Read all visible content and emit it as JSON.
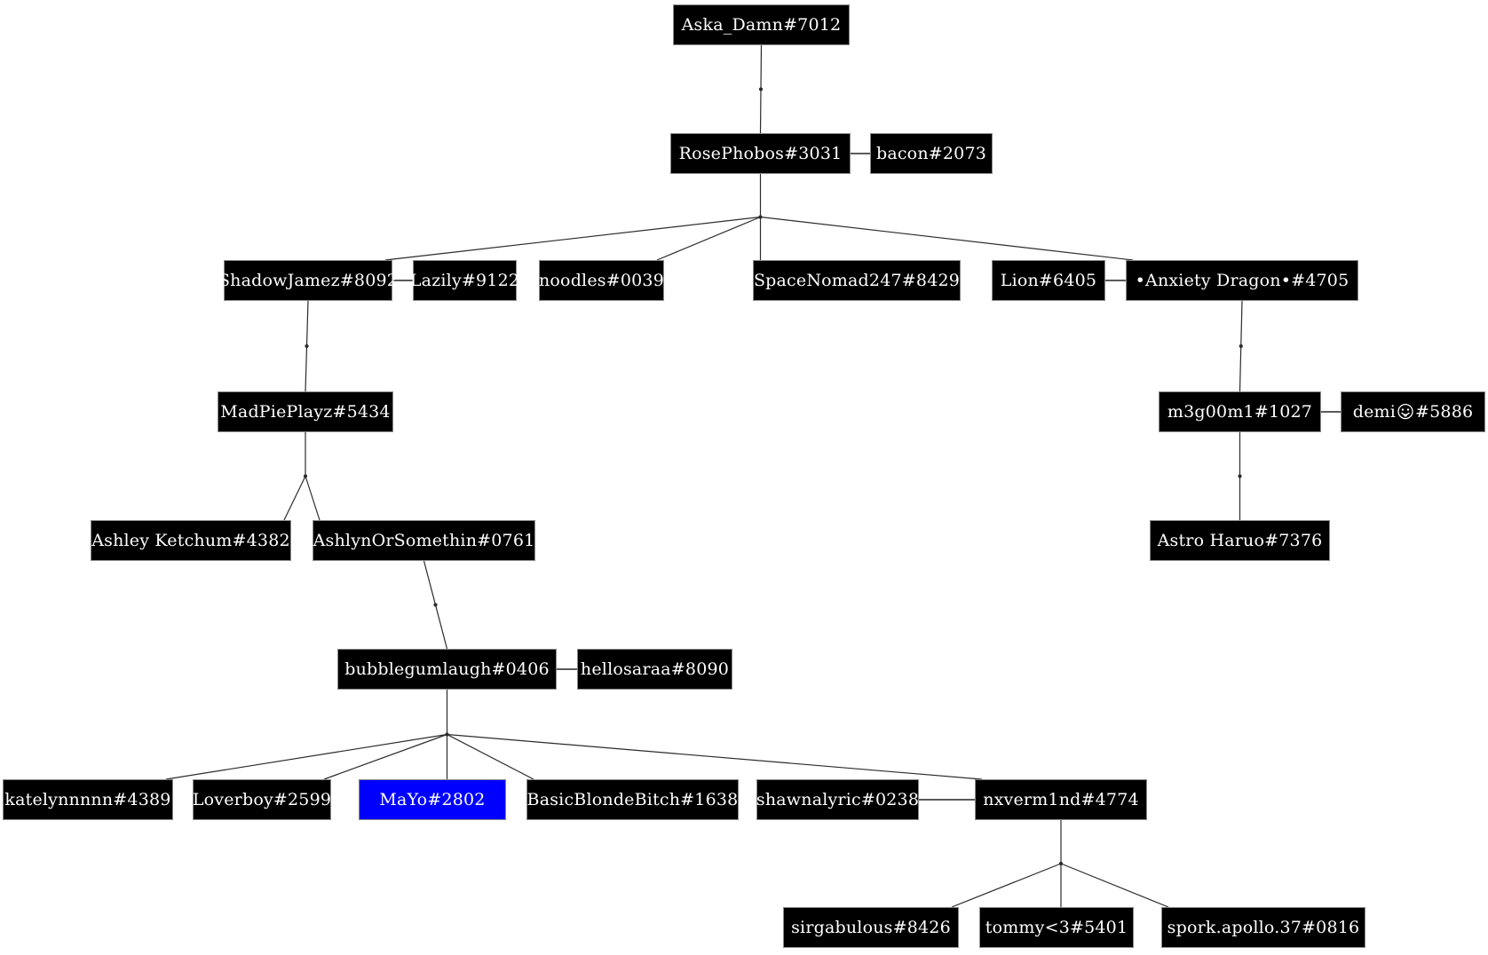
{
  "diagram": {
    "type": "family-tree",
    "background_color": "#ffffff",
    "node_fill_color": "#000000",
    "node_text_color": "#ffffff",
    "node_border_color": "#8a8a8a",
    "highlight_fill_color": "#0000ff",
    "edge_color": "#2b2b2b",
    "spouse_edge_color": "#5a5a5a",
    "nodes": [
      {
        "id": "aska",
        "label": "Aska_Damn#7012",
        "highlight": false
      },
      {
        "id": "rose",
        "label": "RosePhobos#3031",
        "highlight": false
      },
      {
        "id": "bacon",
        "label": "bacon#2073",
        "highlight": false
      },
      {
        "id": "shadow",
        "label": "ShadowJamez#8092",
        "highlight": false
      },
      {
        "id": "lazily",
        "label": "Lazily#9122",
        "highlight": false
      },
      {
        "id": "noodles",
        "label": "noodles#0039",
        "highlight": false
      },
      {
        "id": "space",
        "label": "SpaceNomad247#8429",
        "highlight": false
      },
      {
        "id": "lion",
        "label": "Lion#6405",
        "highlight": false
      },
      {
        "id": "anxiety",
        "label": "•Anxiety Dragon•#4705",
        "highlight": false
      },
      {
        "id": "madpie",
        "label": "MadPiePlayz#5434",
        "highlight": false
      },
      {
        "id": "m3g",
        "label": "m3g00m1#1027",
        "highlight": false
      },
      {
        "id": "demi",
        "label": "demi 😛#5886",
        "highlight": false
      },
      {
        "id": "ashley",
        "label": "Ashley Ketchum#4382",
        "highlight": false
      },
      {
        "id": "ashlyn",
        "label": "AshlynOrSomethin#0761",
        "highlight": false
      },
      {
        "id": "astro",
        "label": "Astro Haruo#7376",
        "highlight": false
      },
      {
        "id": "bubble",
        "label": "bubblegumlaugh#0406",
        "highlight": false
      },
      {
        "id": "hello",
        "label": "hellosaraa#8090",
        "highlight": false
      },
      {
        "id": "kate",
        "label": "katelynnnnn#4389",
        "highlight": false
      },
      {
        "id": "lover",
        "label": "Loverboy#2599",
        "highlight": false
      },
      {
        "id": "mayo",
        "label": "MaYo#2802",
        "highlight": true
      },
      {
        "id": "basic",
        "label": "BasicBlondeBitch#1638",
        "highlight": false
      },
      {
        "id": "shawn",
        "label": "shawnalyric#0238",
        "highlight": false
      },
      {
        "id": "nx",
        "label": "nxverm1nd#4774",
        "highlight": false
      },
      {
        "id": "sir",
        "label": "sirgabulous#8426",
        "highlight": false
      },
      {
        "id": "tommy",
        "label": "tommy<3#5401",
        "highlight": false
      },
      {
        "id": "spork",
        "label": "spork.apollo.37#0816",
        "highlight": false
      }
    ],
    "spouse_edges": [
      [
        "rose",
        "bacon"
      ],
      [
        "shadow",
        "lazily"
      ],
      [
        "lion",
        "anxiety"
      ],
      [
        "m3g",
        "demi"
      ],
      [
        "bubble",
        "hello"
      ],
      [
        "shawn",
        "nx"
      ]
    ],
    "families": [
      {
        "anchor": "aska",
        "children": [
          "rose"
        ]
      },
      {
        "anchor": "rose",
        "children": [
          "shadow",
          "noodles",
          "space",
          "anxiety"
        ]
      },
      {
        "anchor": "shadow",
        "children": [
          "madpie"
        ]
      },
      {
        "anchor": "madpie",
        "children": [
          "ashley",
          "ashlyn"
        ]
      },
      {
        "anchor": "anxiety",
        "children": [
          "m3g"
        ]
      },
      {
        "anchor": "m3g",
        "children": [
          "astro"
        ]
      },
      {
        "anchor": "ashlyn",
        "children": [
          "bubble"
        ]
      },
      {
        "anchor": "bubble",
        "children": [
          "kate",
          "lover",
          "mayo",
          "basic",
          "nx"
        ]
      },
      {
        "anchor": "nx",
        "children": [
          "sir",
          "tommy",
          "spork"
        ]
      }
    ]
  }
}
